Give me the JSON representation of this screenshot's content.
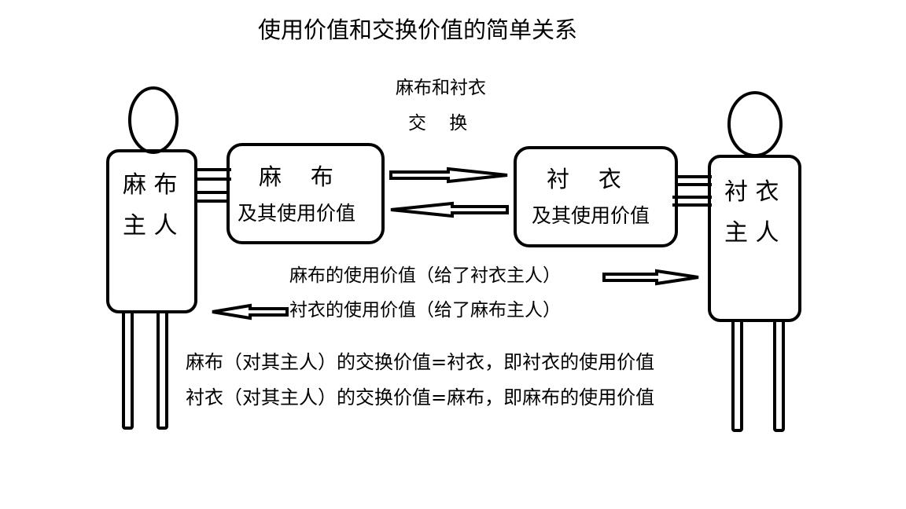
{
  "title": "使用价值和交换价值的简单关系",
  "exchange_label": {
    "line1": "麻布和衬衣",
    "line2": "交    换"
  },
  "left_person": {
    "line1": "麻 布",
    "line2": "主 人"
  },
  "right_person": {
    "line1": "衬 衣",
    "line2": "主 人"
  },
  "left_box": {
    "line1": "麻    布",
    "line2": "及其使用价值"
  },
  "right_box": {
    "line1": "衬    衣",
    "line2": "及其使用价值"
  },
  "use_value_lines": [
    "麻布的使用价值（给了衬衣主人）",
    "衬衣的使用价值（给了麻布主人）"
  ],
  "exchange_value_lines": [
    "麻布（对其主人）的交换价值=衬衣，即衬衣的使用价值",
    "衬衣（对其主人）的交换价值=麻布，即麻布的使用价值"
  ]
}
